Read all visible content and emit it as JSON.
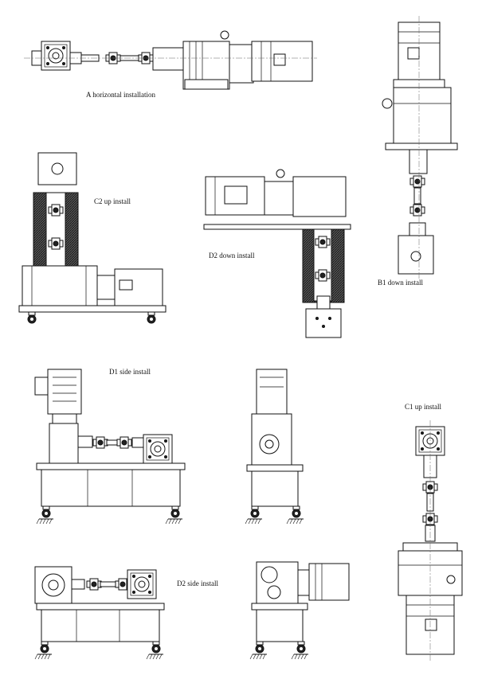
{
  "labels": {
    "a_horizontal": "A horizontal installation",
    "c2_up": "C2 up install",
    "d2_down": "D2 down install",
    "b1_down": "B1 down install",
    "d1_side": "D1 side install",
    "c1_up": "C1 up install",
    "d2_side": "D2 side install"
  }
}
